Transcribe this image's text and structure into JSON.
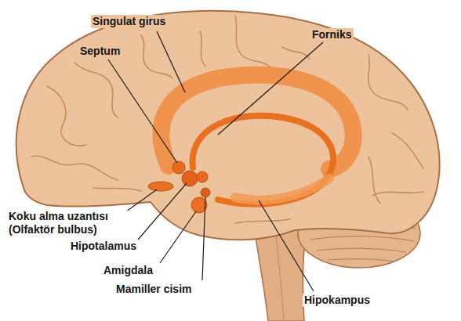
{
  "diagram": {
    "labels": [
      "Singulat girus",
      "Septum",
      "Forniks",
      "Koku alma uzantısı (Olfaktör bulbus)",
      "Hipotalamus",
      "Amigdala",
      "Mamiller cisim",
      "Hipokampus"
    ]
  }
}
